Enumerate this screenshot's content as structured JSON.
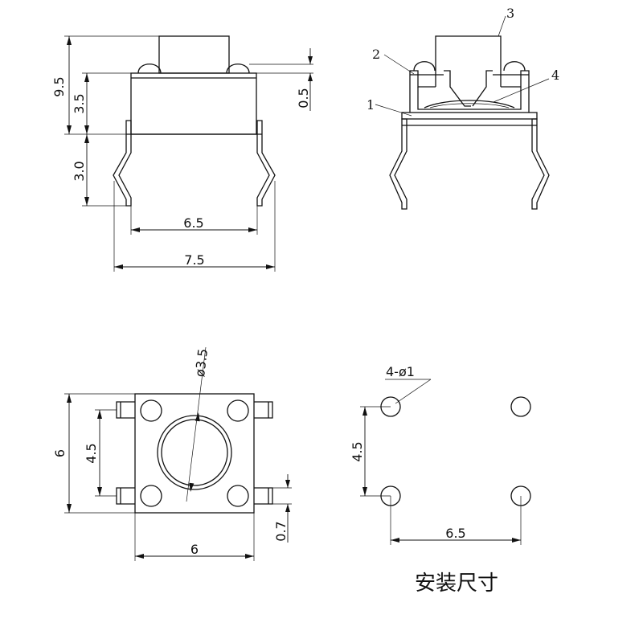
{
  "side_view": {
    "dims": {
      "total_height": "9.5",
      "body_height": "3.5",
      "pin_length": "3.0",
      "plate_offset": "0.5",
      "pin_pitch": "6.5",
      "outer_width": "7.5"
    }
  },
  "section_view": {
    "callouts": [
      "1",
      "2",
      "3",
      "4"
    ]
  },
  "top_view": {
    "dims": {
      "button_diameter": "ø3.5",
      "body_height": "6",
      "pin_spacing": "4.5",
      "body_width": "6",
      "pin_width": "0.7"
    }
  },
  "footprint_view": {
    "dims": {
      "holes": "4-ø1",
      "row_spacing": "4.5",
      "col_spacing": "6.5"
    },
    "caption": "安装尺寸"
  },
  "colors": {
    "line": "#111111",
    "background": "#ffffff"
  }
}
